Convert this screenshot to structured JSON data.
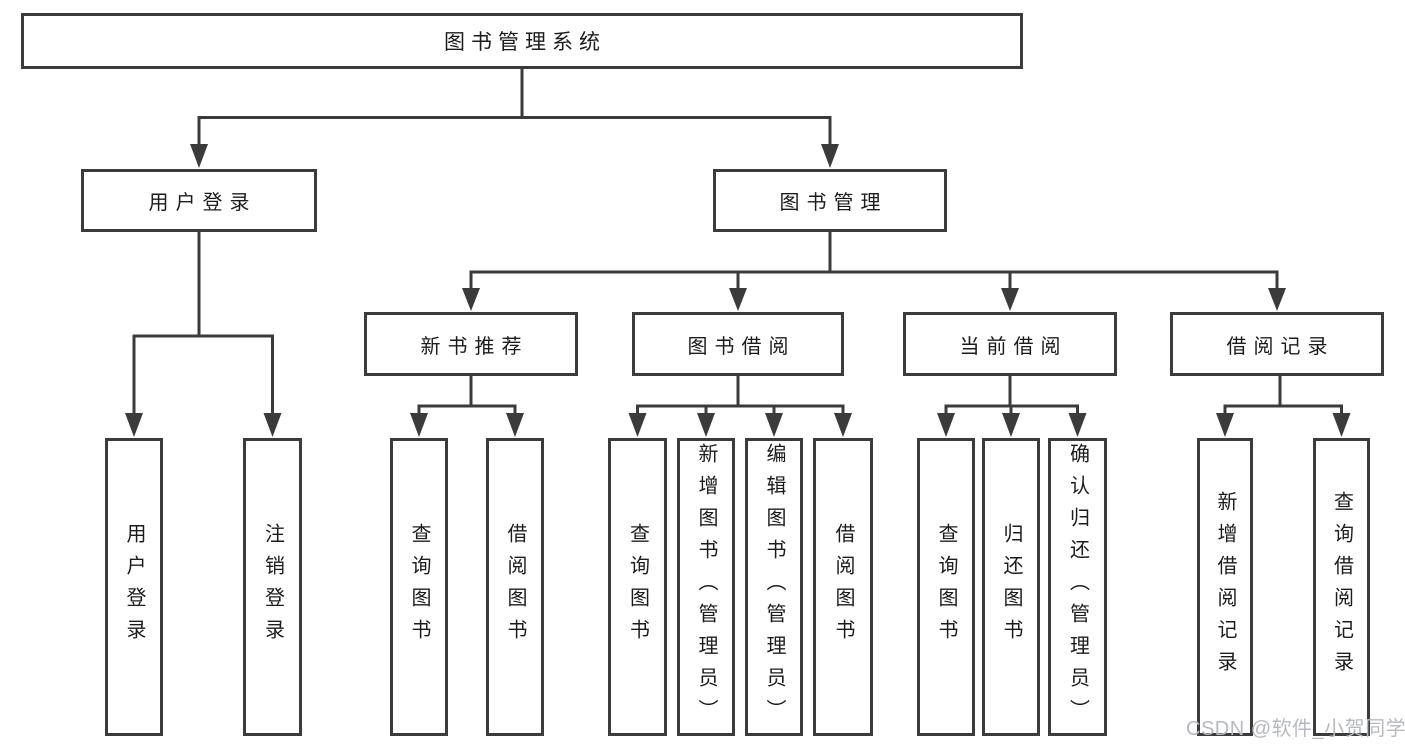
{
  "diagram": {
    "root": {
      "label": "图书管理系统"
    },
    "level1": {
      "user_login": {
        "label": "用户登录"
      },
      "book_management": {
        "label": "图书管理"
      }
    },
    "level2": {
      "new_book": {
        "label": "新书推荐"
      },
      "book_borrow": {
        "label": "图书借阅"
      },
      "current_borrow": {
        "label": "当前借阅"
      },
      "borrow_record": {
        "label": "借阅记录"
      }
    },
    "leaves": {
      "user_login": [
        "用户登录",
        "注销登录"
      ],
      "new_book": [
        "查询图书",
        "借阅图书"
      ],
      "book_borrow": [
        "查询图书",
        "新增图书（管理员）",
        "编辑图书（管理员）",
        "借阅图书"
      ],
      "current_borrow": [
        "查询图书",
        "归还图书",
        "确认归还（管理员）"
      ],
      "borrow_record": [
        "新增借阅记录",
        "查询借阅记录"
      ]
    }
  },
  "watermark": {
    "text": "CSDN @软件_小贺同学"
  },
  "colors": {
    "line": "#3b3b3b",
    "text": "#1c1c1c",
    "background": "#ffffff",
    "watermark": "#b6bac0"
  }
}
